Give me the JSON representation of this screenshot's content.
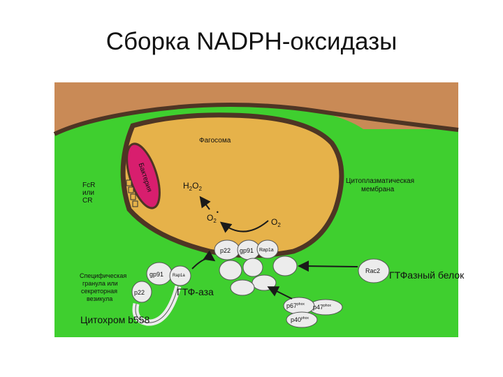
{
  "slide": {
    "title": "Сборка NADPH-оксидазы"
  },
  "diagram": {
    "phagosome": "Фагосома",
    "bacterium": "Бактерия",
    "receptor_lines": [
      "FcR",
      "или",
      "CR"
    ],
    "h2o2": {
      "base": "H",
      "sub1": "2",
      "mid": "O",
      "sub2": "2"
    },
    "o2_minus": {
      "base": "O",
      "sub": "2",
      "sup": "•"
    },
    "o2": {
      "base": "O",
      "sub": "2"
    },
    "membrane_lines": [
      "Цитоплазматическая",
      "мембрана"
    ],
    "complex": {
      "p22": "p22",
      "gp91": "gp91",
      "rap1a": "Rap1a"
    },
    "vesicle": {
      "lines": [
        "Специфическая",
        "гранула или",
        "секреторная",
        "везикула"
      ],
      "gp91": "gp91",
      "rap1a": "Rap1a",
      "p22": "p22"
    },
    "rac2": "Rac2",
    "p67": {
      "base": "p67",
      "sup": "phox"
    },
    "p47": {
      "base": "p47",
      "sup": "phox"
    },
    "p40": {
      "base": "p40",
      "sup": "phox"
    }
  },
  "annotations": {
    "rac2_desc": "ГТФазный белок",
    "gtfase": "ГТФ-аза",
    "cytochrome": "Цитохром b558"
  },
  "colors": {
    "cytoplasm": "#3fcf2f",
    "phagosome_fill": "#e6b24a",
    "phagosome_outer": "#c98a56",
    "membrane": "#4e3524",
    "bacterium": "#d81e6e",
    "subunit": "#ececec"
  }
}
